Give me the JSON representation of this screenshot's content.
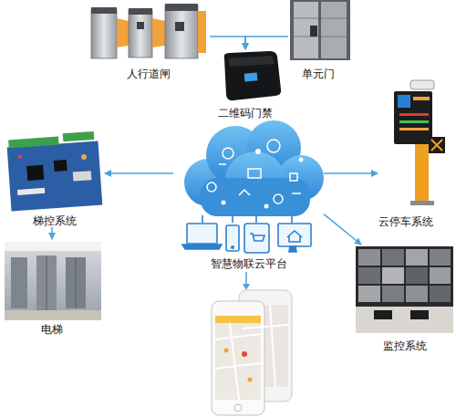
{
  "diagram": {
    "nodes": [
      {
        "text": [
          "人行道闸"
        ]
      },
      {
        "text": [
          "单元门"
        ]
      },
      {
        "text": [
          "二维码门禁"
        ]
      },
      {
        "text": [
          "梯控系统"
        ]
      },
      {
        "text": [
          "电梯"
        ]
      },
      {
        "text": [
          "云停车系统"
        ]
      },
      {
        "text": [
          "监控系统"
        ]
      },
      {
        "text": [
          "智慧物联云平台"
        ]
      }
    ],
    "edges": [
      {
        "from": 0,
        "to": 2,
        "arrow": "to"
      },
      {
        "from": 1,
        "to": 2,
        "arrow": "to"
      },
      {
        "from": 7,
        "to": 3,
        "arrow": "to"
      },
      {
        "from": 3,
        "to": 4,
        "arrow": "to"
      },
      {
        "from": 7,
        "to": 5,
        "arrow": "to"
      },
      {
        "from": 7,
        "to": 6,
        "arrow": "to"
      }
    ]
  }
}
